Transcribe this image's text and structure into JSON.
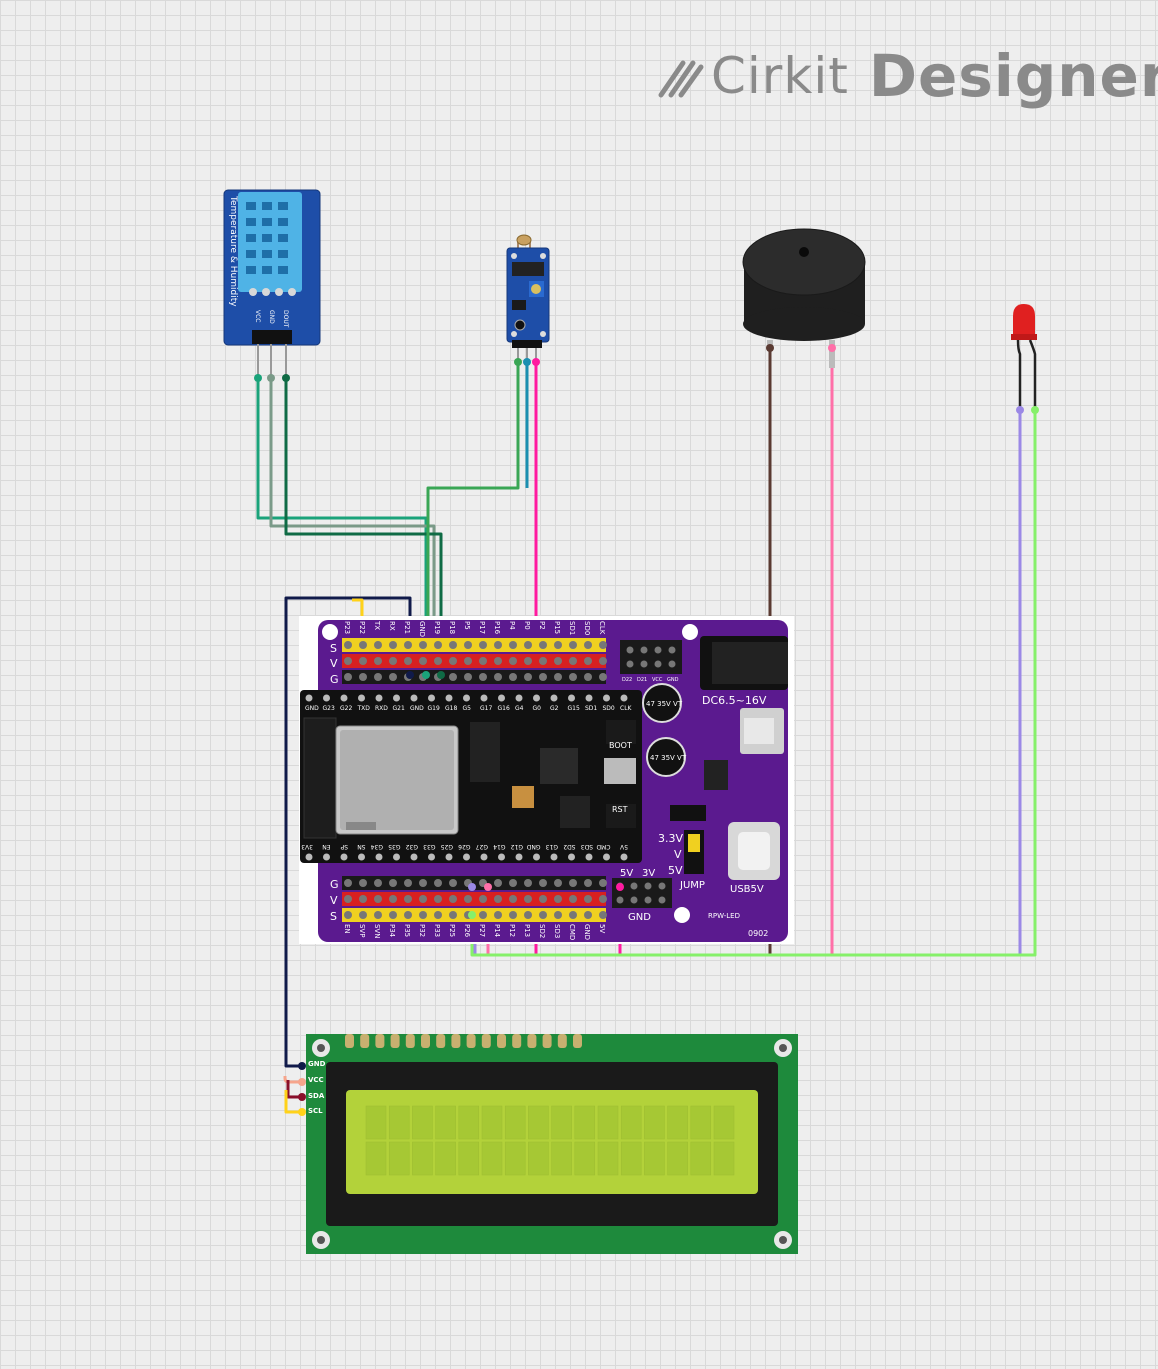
{
  "brand": {
    "word1": "Cirkit",
    "word2": "Designer",
    "icon": "cirkit-logo-icon",
    "color": "#8a8a8a"
  },
  "dht_sensor": {
    "side_label": "Temperature & Humidity",
    "pin_labels": [
      "VCC",
      "GND",
      "DOUT"
    ],
    "board_color": "#1e4ea8"
  },
  "ldr_module": {
    "board_color": "#1e4ea8"
  },
  "buzzer": {
    "color": "#222222"
  },
  "led": {
    "color": "#e02020"
  },
  "esp32_board": {
    "board_color": "#5b1a8f",
    "top_row_labels": [
      "S",
      "V",
      "G"
    ],
    "top_header_labels": [
      "P23",
      "P22",
      "TX",
      "RX",
      "P21",
      "GND",
      "P19",
      "P18",
      "P5",
      "P17",
      "P16",
      "P4",
      "P0",
      "P2",
      "P15",
      "SD1",
      "SD0",
      "CLK"
    ],
    "chip_top_labels": [
      "GND",
      "G23",
      "G22",
      "TXD",
      "RXD",
      "G21",
      "GND",
      "G19",
      "G18",
      "G5",
      "G17",
      "G16",
      "G4",
      "G0",
      "G2",
      "G15",
      "SD1",
      "SD0",
      "CLK"
    ],
    "chip_bottom_labels": [
      "3V3",
      "EN",
      "SP",
      "SN",
      "G34",
      "G35",
      "G32",
      "G33",
      "G25",
      "G26",
      "G27",
      "G14",
      "G12",
      "GND",
      "G13",
      "SD2",
      "SD3",
      "CMD",
      "5V"
    ],
    "bottom_header_labels": [
      "EN",
      "SVP",
      "SVN",
      "P34",
      "P35",
      "P32",
      "P33",
      "P25",
      "P26",
      "P27",
      "P14",
      "P12",
      "P13",
      "SD2",
      "SD3",
      "CMD",
      "GND",
      "5V"
    ],
    "power_label": "DC6.5~16V",
    "cap_label": "47 35V VT",
    "volt_labels": [
      "3.3V",
      "V",
      "5V"
    ],
    "jump_label": "JUMP",
    "usb_label": "USB5V",
    "header_5v3v": [
      "5V",
      "3V"
    ],
    "gnd_label": "GND",
    "ledname": "RPW-LED",
    "code": "0902",
    "rst_label": "RST",
    "boot_label": "BOOT",
    "small_header_labels": [
      "D22",
      "D21",
      "VCC",
      "GND"
    ]
  },
  "lcd": {
    "pin_labels": [
      "GND",
      "VCC",
      "SDA",
      "SCL"
    ],
    "pcb_color": "#1e8a3c",
    "screen_color": "#b3d23a"
  },
  "wire_colors": {
    "dht_vcc": "#1aa37a",
    "dht_gnd": "#7a9a88",
    "dht_dout": "#0f6b45",
    "ldr_a": "#3aa655",
    "ldr_b": "#1b8fb0",
    "ldr_c": "#ff1aa0",
    "buzzer_neg": "#5a3a32",
    "buzzer_pos": "#ff6fa8",
    "led_cathode": "#9b88e6",
    "led_anode": "#86f06a",
    "lcd_gnd": "#101a4a",
    "lcd_vcc": "#f6a58c",
    "lcd_sda": "#8a0f2a",
    "lcd_scl": "#ffd21a",
    "top_yellow": "#ffd21a"
  }
}
